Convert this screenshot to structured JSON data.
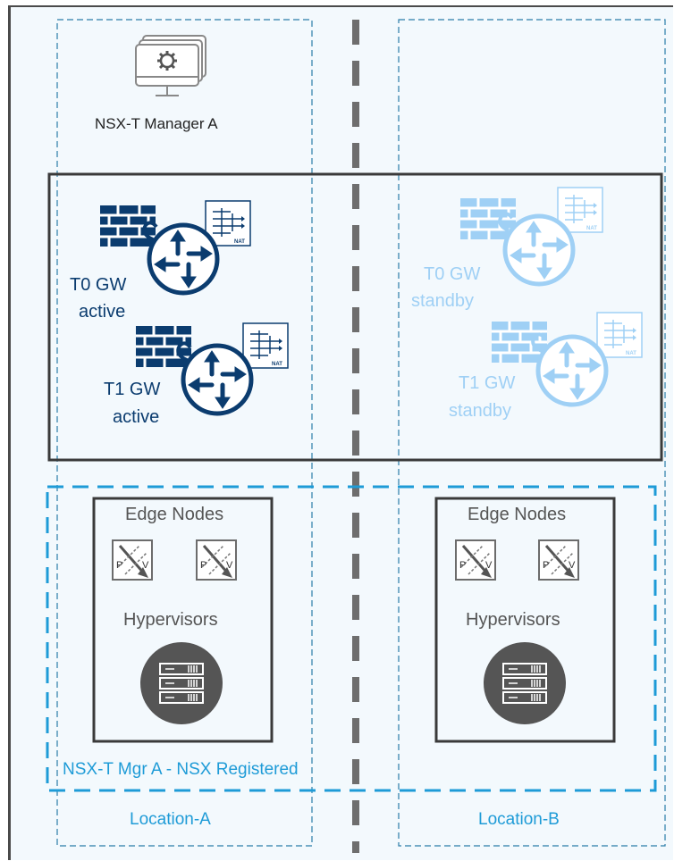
{
  "manager": {
    "label": "NSX-T Manager A"
  },
  "gateways": {
    "t0_active": {
      "name": "T0 GW",
      "state": "active"
    },
    "t1_active": {
      "name": "T1 GW",
      "state": "active"
    },
    "t0_standby": {
      "name": "T0 GW",
      "state": "standby"
    },
    "t1_standby": {
      "name": "T1 GW",
      "state": "standby"
    }
  },
  "clusters": {
    "a": {
      "edge_title": "Edge Nodes",
      "hyper_title": "Hypervisors"
    },
    "b": {
      "edge_title": "Edge Nodes",
      "hyper_title": "Hypervisors"
    }
  },
  "switch_labels": {
    "p": "P",
    "v": "V"
  },
  "registration": {
    "label": "NSX-T Mgr A - NSX Registered"
  },
  "locations": {
    "a": "Location-A",
    "b": "Location-B"
  },
  "colors": {
    "navy": "#0b3c6f",
    "light_blue": "#9fd0f5",
    "cyan": "#1e9bd7",
    "dash_blue": "#2a8bc2",
    "gray": "#555555",
    "dark_gray": "#4a4a4a",
    "background": "#f3f9fd"
  }
}
